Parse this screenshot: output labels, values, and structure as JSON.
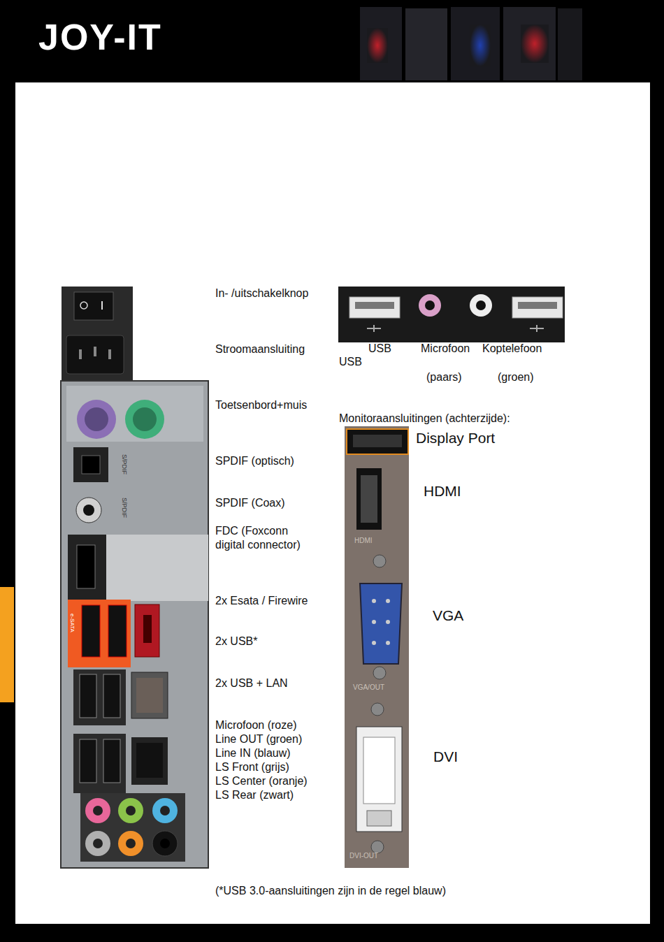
{
  "diagram": {
    "caption": "(*USB 3.0-aansluitingen zijn in de regel blauw)",
    "labels": [
      "JOY-IT",
      "In- /uitschakelknop",
      "Stroomaansluiting",
      "Toetsenbord+muis",
      "SPDIF (optisch)",
      "SPDIF (Coax)",
      "FDC (Foxconn digital connector)",
      "2x Esata / Firewire",
      "2x USB*",
      "2x USB + LAN",
      "Microfoon (roze)",
      "Line OUT (groen)",
      "Line IN (blauw)",
      "LS Front (grijs)",
      "LS Center (oranje)",
      "LS Rear (zwart)",
      "USB",
      "USB",
      "Microfoon",
      "Koptelefoon",
      "(paars)",
      "(groen)",
      "Monitoraansluitingen (achterzijde):",
      "Display Port",
      "HDMI",
      "VGA",
      "DVI",
      "S/PDIF",
      "S/PDIF",
      "HDMI",
      "VGA/OUT",
      "DVI-OUT",
      "e-SATA"
    ]
  }
}
